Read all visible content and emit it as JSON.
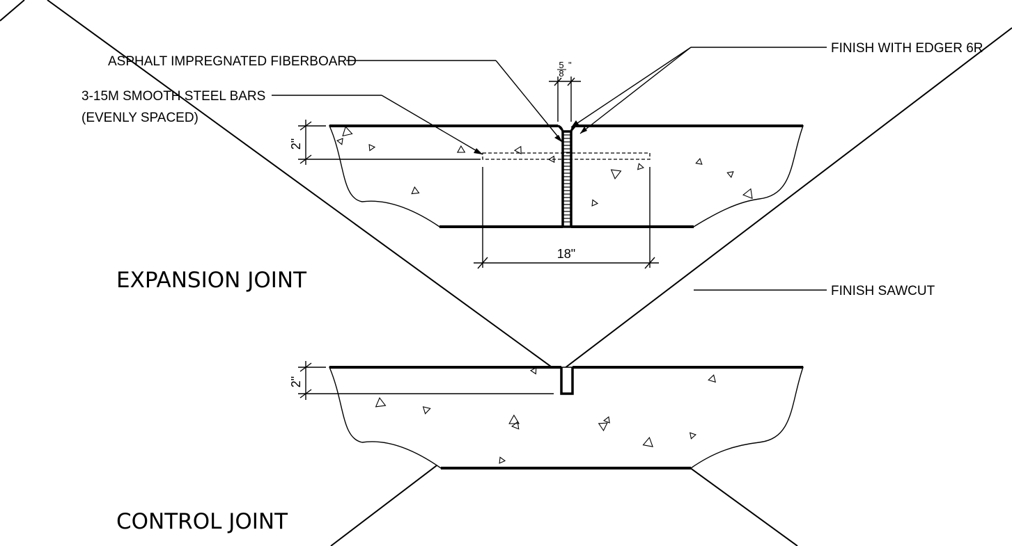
{
  "colors": {
    "ink": "#000000",
    "background": "#ffffff"
  },
  "labels": {
    "fiberboard": "ASPHALT IMPREGNATED FIBERBOARD",
    "steel_bars_line1": "3-15M SMOOTH STEEL BARS",
    "steel_bars_line2": "(EVENLY SPACED)",
    "edger": "FINISH WITH EDGER 6R",
    "sawcut": "FINISH SAWCUT"
  },
  "titles": {
    "expansion": "EXPANSION  JOINT",
    "control": "CONTROL  JOINT"
  },
  "dimensions": {
    "joint_width_num": "5",
    "joint_width_den": "8",
    "joint_width_unit": "\"",
    "bar_length": "18\"",
    "expansion_depth": "2\"",
    "control_depth": "2\""
  }
}
